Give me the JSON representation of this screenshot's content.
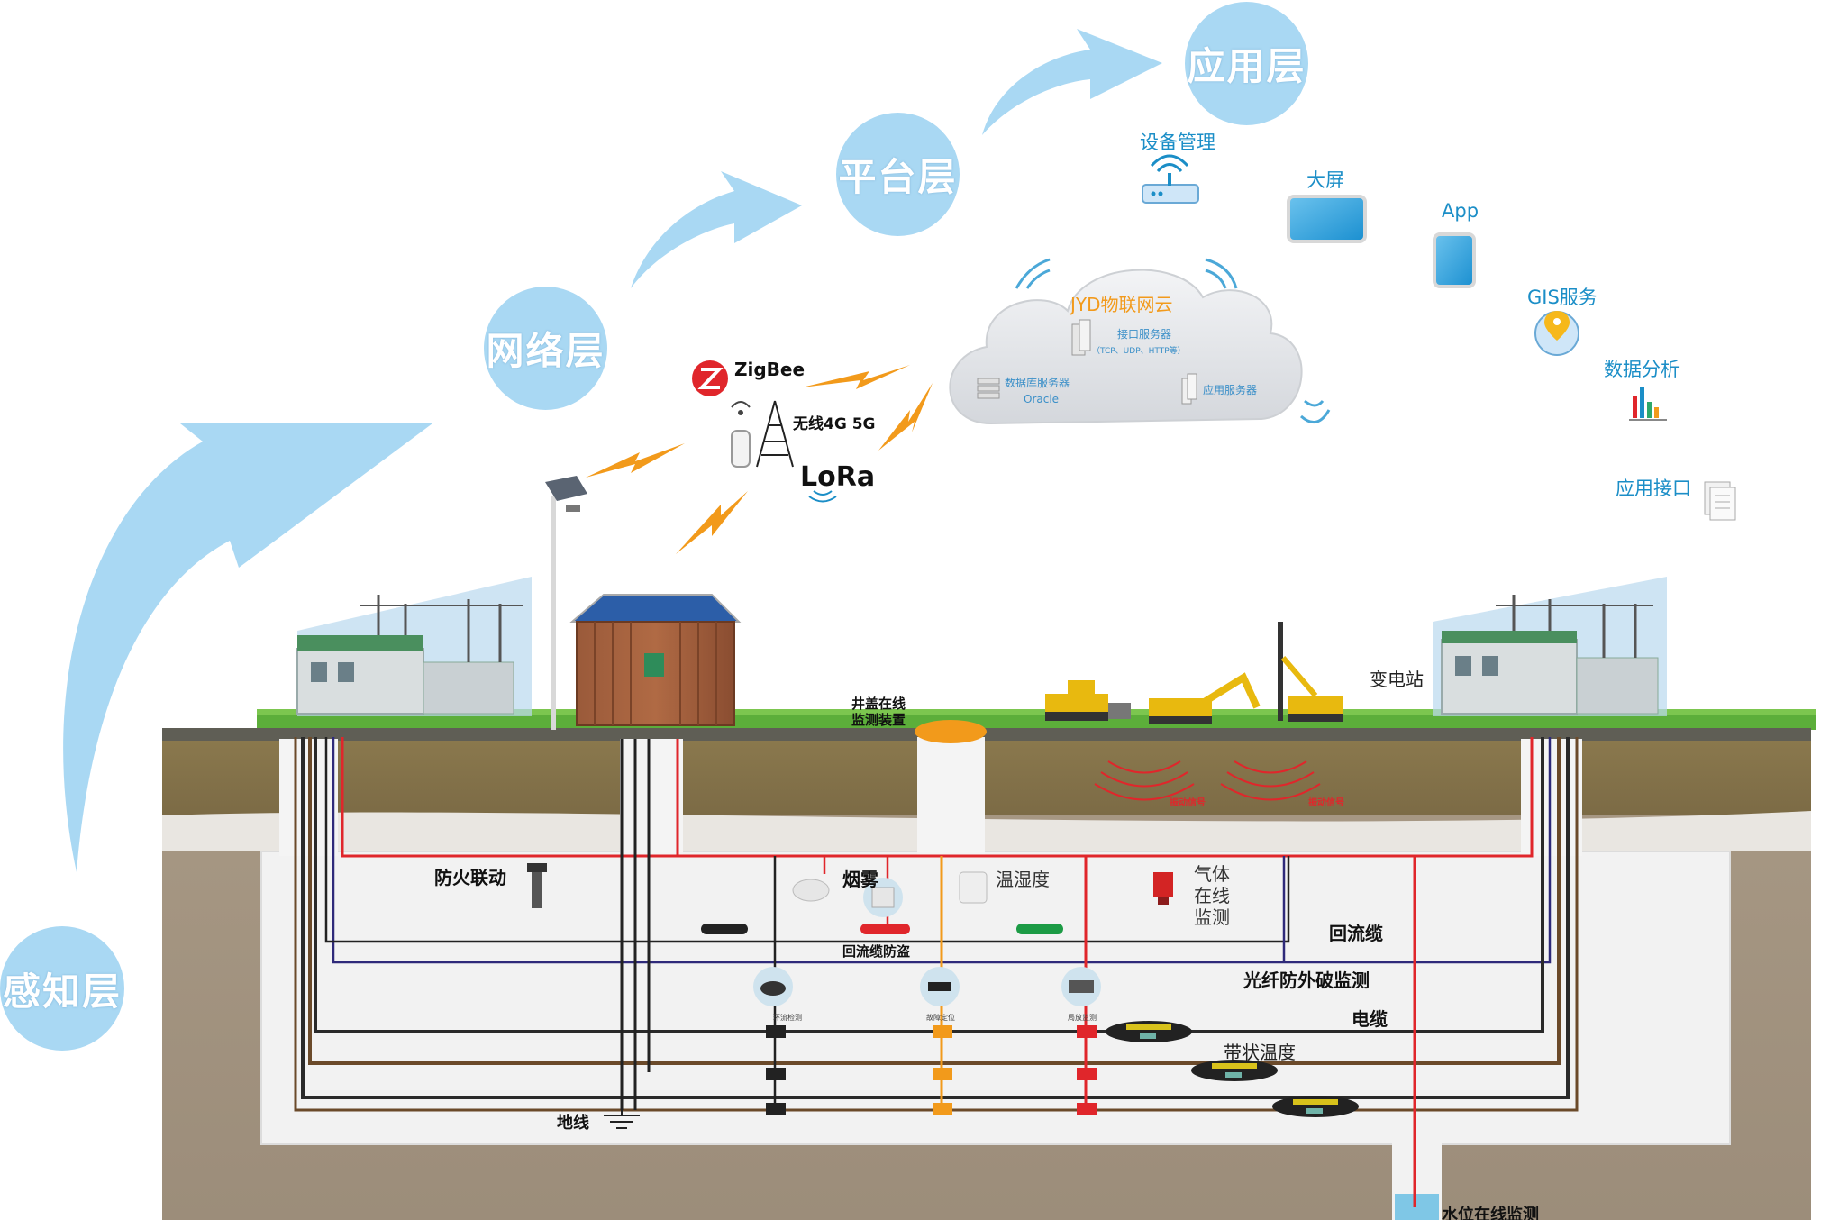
{
  "layers": {
    "perception": "感知层",
    "network": "网络层",
    "platform": "平台层",
    "application": "应用层"
  },
  "network": {
    "zigbee": "ZigBee",
    "wireless": "无线4G 5G",
    "lora": "LoRa"
  },
  "cloud": {
    "title": "JYD物联网云",
    "interface_server": "接口服务器",
    "protocols": "（TCP、UDP、HTTP等）",
    "database_server": "数据库服务器",
    "oracle": "Oracle",
    "app_server": "应用服务器"
  },
  "applications": {
    "device_mgmt": "设备管理",
    "big_screen": "大屏",
    "app": "App",
    "gis": "GIS服务",
    "data_analysis": "数据分析",
    "api": "应用接口"
  },
  "surface": {
    "manhole": "井盖在线\n监测装置",
    "substation": "变电站",
    "vibration_1": "振动信号",
    "vibration_2": "振动信号"
  },
  "underground": {
    "fire_linkage": "防火联动",
    "smoke": "烟雾",
    "temp_humidity": "温湿度",
    "gas_online": "气体\n在线\n监测",
    "return_cable": "回流缆",
    "return_cable_theft": "回流缆防盗",
    "fiber_monitor": "光纤防外破监测",
    "cable": "电缆",
    "strip_temp": "带状温度",
    "ground_wire": "地线",
    "water_level": "水位在线监测",
    "sensor_1": "环流检测",
    "sensor_2": "故障定位",
    "sensor_3": "局放监测"
  },
  "colors": {
    "layer_blue": "#a9d8f3",
    "app_text": "#1b8ec7",
    "accent_orange": "#f29a1b",
    "alert_red": "#e0262b"
  }
}
